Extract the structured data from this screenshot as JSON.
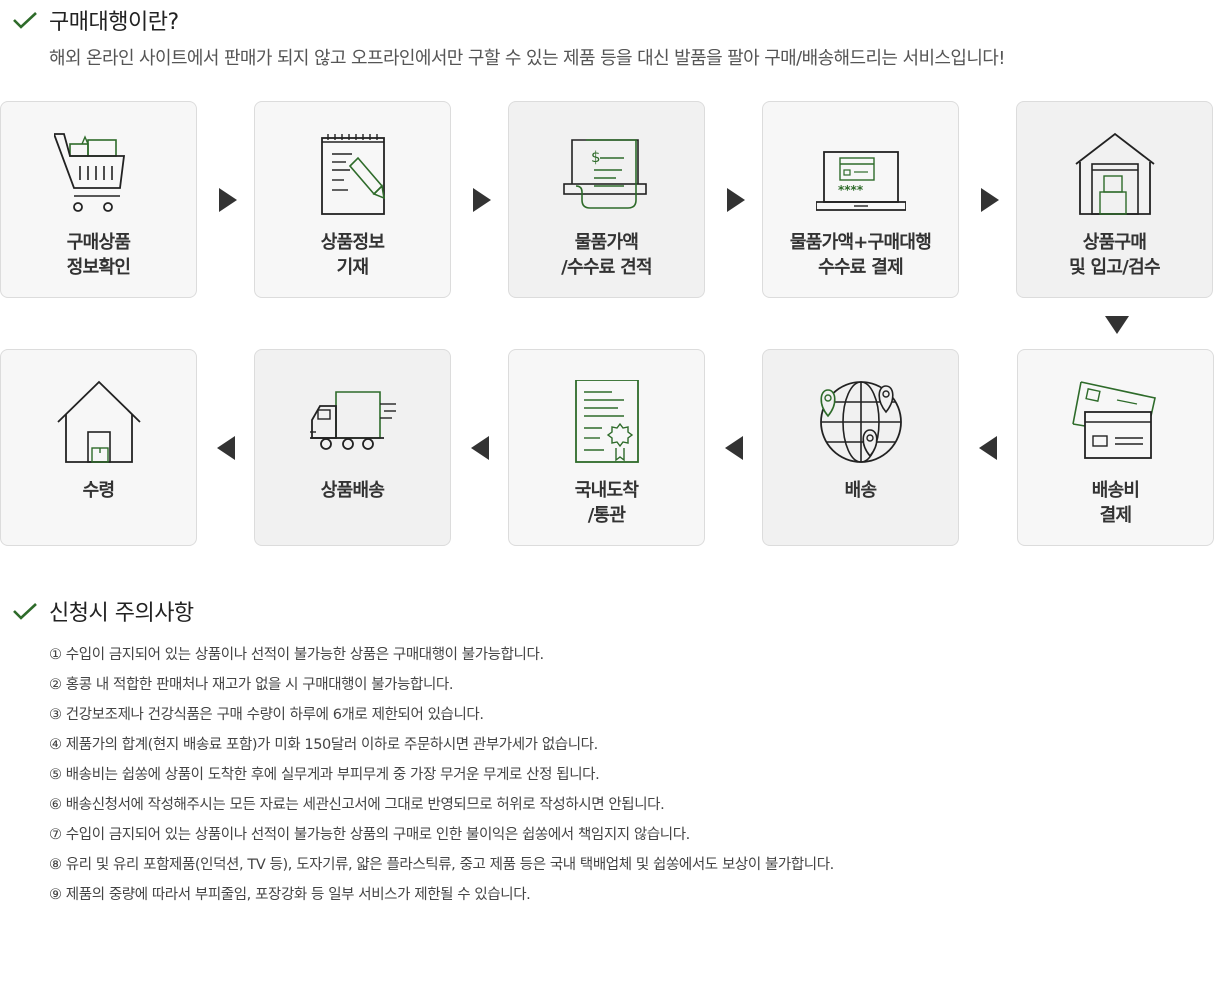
{
  "header": {
    "title": "구매대행이란?",
    "description": "해외 온라인 사이트에서 판매가 되지 않고 오프라인에서만 구할 수 있는 제품 등을 대신 발품을 팔아 구매/배송해드리는 서비스입니다!"
  },
  "process": {
    "steps": [
      {
        "line1": "구매상품",
        "line2": "정보확인",
        "icon": "shopping-cart-icon"
      },
      {
        "line1": "상품정보",
        "line2": "기재",
        "icon": "notepad-pencil-icon"
      },
      {
        "line1": "물품가액",
        "line2": "/수수료 견적",
        "icon": "receipt-dollar-icon"
      },
      {
        "line1": "물품가액+구매대행",
        "line2": "수수료 결제",
        "icon": "laptop-payment-icon"
      },
      {
        "line1": "상품구매",
        "line2": "및 입고/검수",
        "icon": "warehouse-icon"
      },
      {
        "line1": "배송비",
        "line2": "결제",
        "icon": "credit-card-icon"
      },
      {
        "line1": "배송",
        "line2": "",
        "icon": "globe-location-icon"
      },
      {
        "line1": "국내도착",
        "line2": "/통관",
        "icon": "customs-certificate-icon"
      },
      {
        "line1": "상품배송",
        "line2": "",
        "icon": "delivery-truck-icon"
      },
      {
        "line1": "수령",
        "line2": "",
        "icon": "house-package-icon"
      }
    ]
  },
  "notice": {
    "title": "신청시 주의사항",
    "items": [
      "① 수입이 금지되어 있는 상품이나 선적이 불가능한 상품은 구매대행이 불가능합니다.",
      "② 홍콩 내 적합한 판매처나 재고가 없을 시 구매대행이 불가능합니다.",
      "③ 건강보조제나 건강식품은 구매 수량이 하루에 6개로 제한되어 있습니다.",
      "④ 제품가의 합계(현지 배송료 포함)가 미화 150달러 이하로 주문하시면 관부가세가 없습니다.",
      "⑤ 배송비는 쉽쏭에 상품이 도착한 후에 실무게과 부피무게 중 가장 무거운 무게로 산정 됩니다.",
      "⑥ 배송신청서에 작성해주시는 모든 자료는 세관신고서에 그대로 반영되므로 허위로 작성하시면 안됩니다.",
      "⑦ 수입이 금지되어 있는 상품이나 선적이 불가능한 상품의 구매로 인한 불이익은 쉽쏭에서 책임지지 않습니다.",
      "⑧ 유리 및 유리 포함제품(인덕션, TV 등), 도자기류, 얇은 플라스틱류, 중고 제품 등은 국내 택배업체 및 쉽쏭에서도 보상이 불가합니다.",
      "⑨ 제품의 중량에 따라서 부피줄임, 포장강화 등 일부 서비스가 제한될 수 있습니다."
    ]
  },
  "colors": {
    "accent": "#2e6b2a",
    "icon_dark": "#222222",
    "card_bg": "#f7f7f7",
    "card_border": "#dcdcdc"
  }
}
